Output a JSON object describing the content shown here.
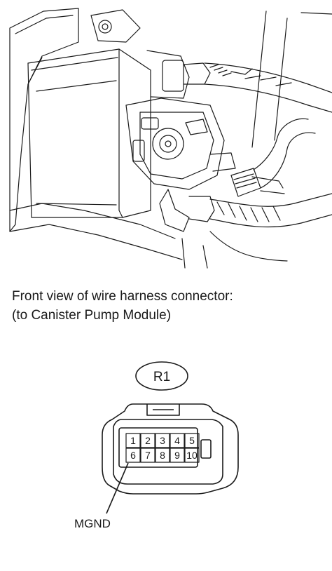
{
  "caption": {
    "line1": "Front view of wire harness connector:",
    "line2": "(to Canister Pump Module)"
  },
  "connector": {
    "code": "R1",
    "pins": [
      "1",
      "2",
      "3",
      "4",
      "5",
      "6",
      "7",
      "8",
      "9",
      "10"
    ],
    "terminal_label": "MGND"
  },
  "icons": {
    "illustration": "canister-pump-module-line-drawing",
    "connector": "connector-front-view"
  }
}
